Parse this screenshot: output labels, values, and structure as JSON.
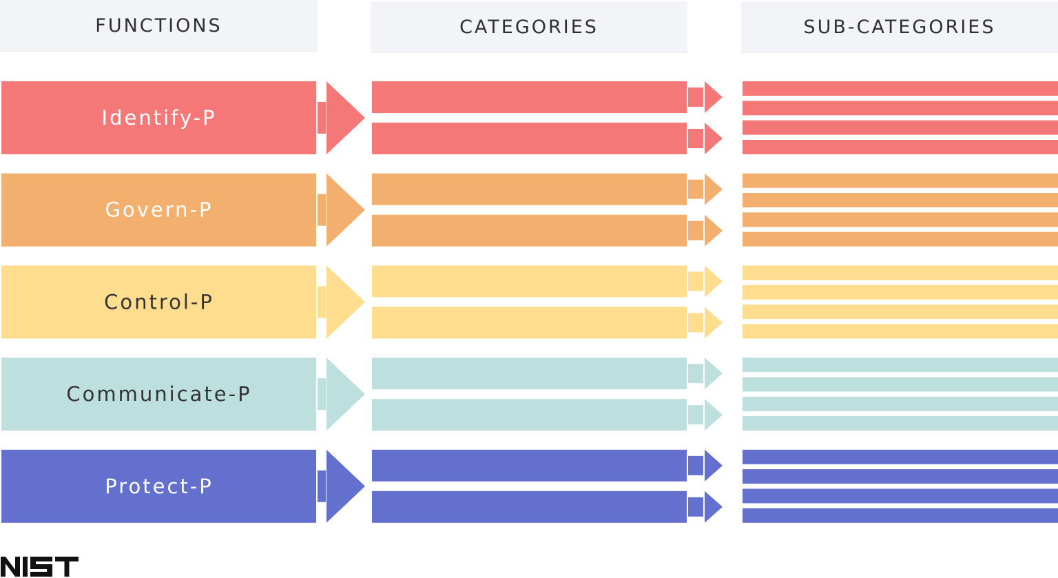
{
  "headers": {
    "functions": "FUNCTIONS",
    "categories": "CATEGORIES",
    "subcategories": "SUB-CATEGORIES"
  },
  "functions": [
    {
      "label": "Identify-P",
      "color": "#f47878",
      "text_color": "#ffffff"
    },
    {
      "label": "Govern-P",
      "color": "#f2af6d",
      "text_color": "#ffffff"
    },
    {
      "label": "Control-P",
      "color": "#fede8e",
      "text_color": "#333333"
    },
    {
      "label": "Communicate-P",
      "color": "#bde0df",
      "text_color": "#333333"
    },
    {
      "label": "Protect-P",
      "color": "#6370ce",
      "text_color": "#ffffff"
    }
  ],
  "categories_per_function": 2,
  "subcategories_per_function": 4,
  "logo": {
    "text": "NIST"
  }
}
